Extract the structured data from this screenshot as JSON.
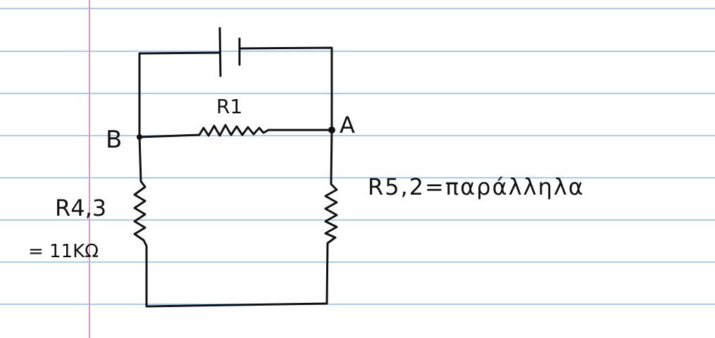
{
  "notebook": {
    "rule_line_color": "#a9ccf5",
    "margin_line_color": "#ec8fc3",
    "ink_color": "#111111"
  },
  "circuit": {
    "labels": {
      "node_b": "B",
      "node_a": "A",
      "r1": "R1",
      "r43": "R4,3",
      "r43_value": "= 11KΩ",
      "r52": "R5,2=παράλληλα"
    },
    "components": [
      "battery",
      "resistor-r1",
      "resistor-r43",
      "resistor-r52"
    ],
    "nodes": [
      "B",
      "A"
    ]
  }
}
